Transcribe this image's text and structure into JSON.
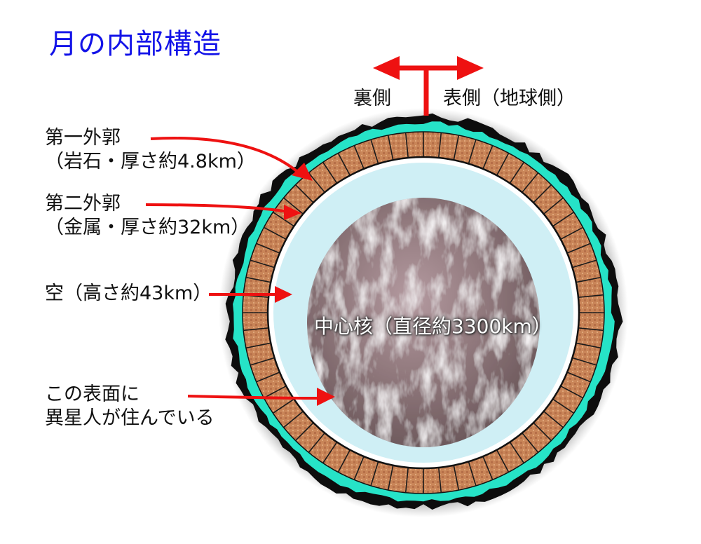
{
  "title": "月の内部構造",
  "direction": {
    "back": "裏側",
    "front": "表側（地球側）"
  },
  "layers": [
    {
      "line1": "第一外郭",
      "line2": "（岩石・厚さ約4.8km）"
    },
    {
      "line1": "第二外郭",
      "line2": "（金属・厚さ約32km）"
    },
    {
      "line1": "空（高さ約43km）"
    },
    {
      "line1": "この表面に",
      "line2": "異星人が住んでいる"
    }
  ],
  "core_label": "中心核（直径約3300km）",
  "colors": {
    "title": "#1313e8",
    "arrow": "#ee1111",
    "rock_outline": "#0d0d0d",
    "rock_layer": "#26e3c7",
    "metal_layer": "#c77d55",
    "sky": "#cfeff5",
    "core": "#8a7377"
  }
}
